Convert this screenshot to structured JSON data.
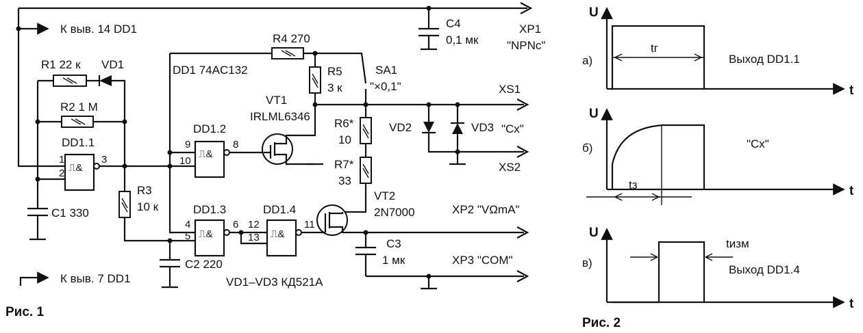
{
  "fig1": {
    "caption": "Рис. 1",
    "pin14": "К выв. 14 DD1",
    "pin7": "К выв. 7 DD1",
    "chip": "DD1 74AC132",
    "diodes_note": "VD1–VD3 КД521А",
    "r1": "R1 22 к",
    "vd1": "VD1",
    "r2": "R2 1 М",
    "dd11": "DD1.1",
    "dd12": "DD1.2",
    "dd13": "DD1.3",
    "dd14": "DD1.4",
    "c1": "С1 330",
    "r3": "R3",
    "r3v": "10 к",
    "c2": "С2 220",
    "r4": "R4 270",
    "r5": "R5",
    "r5v": "3 к",
    "sa1": "SA1",
    "sa1v": "\"×0,1\"",
    "vt1": "VT1",
    "vt1t": "IRLML6346",
    "r6": "R6*",
    "r6v": "10",
    "r7": "R7*",
    "r7v": "33",
    "vt2": "VT2",
    "vt2t": "2N7000",
    "vd2": "VD2",
    "vd3": "VD3",
    "c3": "С3",
    "c3v": "1 мк",
    "c4": "С4",
    "c4v": "0,1 мк",
    "xp1": "XP1",
    "xp1n": "\"NPNc\"",
    "xs1": "XS1",
    "xs2": "XS2",
    "cx": "\"Cx\"",
    "xp2": "XP2  \"VΩmA\"",
    "xp3": "XP3  \"COM\"",
    "gate_sym": "⎍&",
    "pins": {
      "p1": "1",
      "p2": "2",
      "p3": "3",
      "p4": "4",
      "p5": "5",
      "p6": "6",
      "p8": "8",
      "p9": "9",
      "p10": "10",
      "p11": "11",
      "p12": "12",
      "p13": "13"
    }
  },
  "fig2": {
    "caption": "Рис. 2",
    "axis_u": "U",
    "axis_t": "t",
    "a_label": "а)",
    "b_label": "б)",
    "c_label": "в)",
    "tg": "tг",
    "tz": "tз",
    "tizm": "tизм",
    "a_text": "Выход DD1.1",
    "b_text": "\"Cx\"",
    "c_text": "Выход DD1.4"
  }
}
